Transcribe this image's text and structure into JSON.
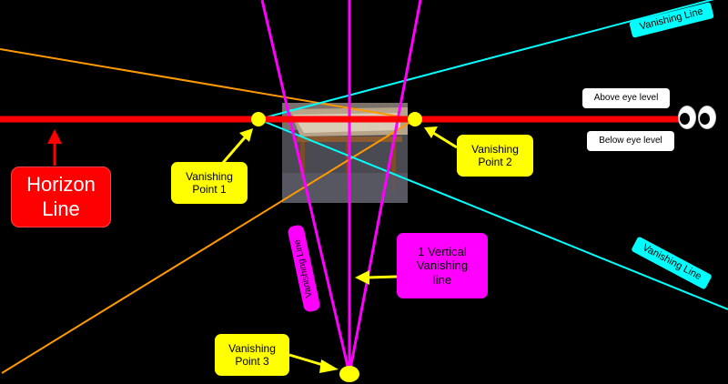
{
  "labels": {
    "horizon": "Horizon\nLine",
    "vp1": "Vanishing\nPoint 1",
    "vp2": "Vanishing\nPoint 2",
    "vp3": "Vanishing\nPoint 3",
    "vertical": "1 Vertical\nVanishing\nline",
    "vanishing_line_top": "Vanishing Line",
    "vanishing_line_right": "Vanishing Line",
    "vanishing_line_vertical": "Vanishing Line",
    "above_eye": "Above eye level",
    "below_eye": "Below eye level"
  },
  "icons": {
    "eyes": "eyes-icon",
    "up_arrow": "up-arrow-icon"
  },
  "colors": {
    "background": "#000000",
    "horizon": "#ff0000",
    "orange_line": "#ff9900",
    "cyan_line": "#00ffff",
    "magenta_line": "#ff00ff",
    "point": "#ffff00"
  }
}
